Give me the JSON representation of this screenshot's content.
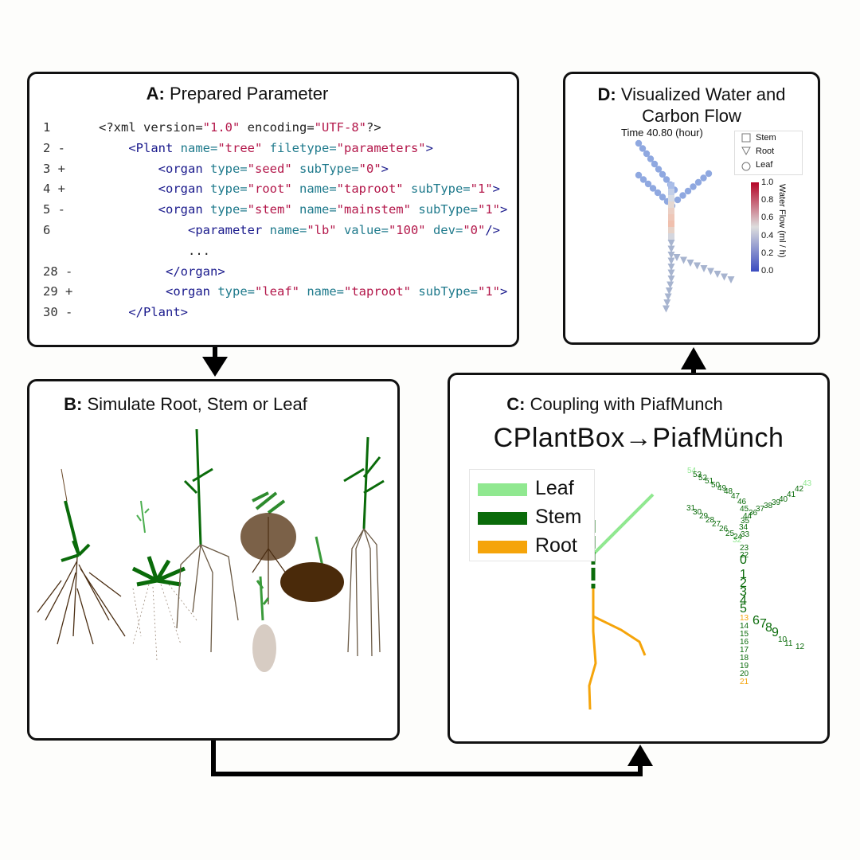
{
  "panelA": {
    "title_letter": "A:",
    "title_text": " Prepared Parameter",
    "code_lines": [
      {
        "num": "1",
        "parts": [
          {
            "t": "<?xml version=",
            "c": ""
          },
          {
            "t": "\"1.0\"",
            "c": "s"
          },
          {
            "t": " encoding=",
            "c": ""
          },
          {
            "t": "\"UTF-8\"",
            "c": "s"
          },
          {
            "t": "?>",
            "c": ""
          }
        ]
      },
      {
        "num": "2 -",
        "parts": [
          {
            "t": "    ",
            "c": ""
          },
          {
            "t": "<Plant ",
            "c": "k"
          },
          {
            "t": "name=",
            "c": "a"
          },
          {
            "t": "\"tree\"",
            "c": "s"
          },
          {
            "t": " filetype=",
            "c": "a"
          },
          {
            "t": "\"parameters\"",
            "c": "s"
          },
          {
            "t": ">",
            "c": "k"
          }
        ]
      },
      {
        "num": "3 +",
        "parts": [
          {
            "t": "        ",
            "c": ""
          },
          {
            "t": "<organ ",
            "c": "k"
          },
          {
            "t": "type=",
            "c": "a"
          },
          {
            "t": "\"seed\"",
            "c": "s"
          },
          {
            "t": " subType=",
            "c": "a"
          },
          {
            "t": "\"0\"",
            "c": "s"
          },
          {
            "t": ">",
            "c": "k"
          }
        ]
      },
      {
        "num": "4 +",
        "parts": [
          {
            "t": "        ",
            "c": ""
          },
          {
            "t": "<organ ",
            "c": "k"
          },
          {
            "t": "type=",
            "c": "a"
          },
          {
            "t": "\"root\"",
            "c": "s"
          },
          {
            "t": " name=",
            "c": "a"
          },
          {
            "t": "\"taproot\"",
            "c": "s"
          },
          {
            "t": " subType=",
            "c": "a"
          },
          {
            "t": "\"1\"",
            "c": "s"
          },
          {
            "t": ">",
            "c": "k"
          }
        ]
      },
      {
        "num": "5 -",
        "parts": [
          {
            "t": "        ",
            "c": ""
          },
          {
            "t": "<organ ",
            "c": "k"
          },
          {
            "t": "type=",
            "c": "a"
          },
          {
            "t": "\"stem\"",
            "c": "s"
          },
          {
            "t": " name=",
            "c": "a"
          },
          {
            "t": "\"mainstem\"",
            "c": "s"
          },
          {
            "t": " subType=",
            "c": "a"
          },
          {
            "t": "\"1\"",
            "c": "s"
          },
          {
            "t": ">",
            "c": "k"
          }
        ]
      },
      {
        "num": "6",
        "parts": [
          {
            "t": "            ",
            "c": ""
          },
          {
            "t": "<parameter ",
            "c": "k"
          },
          {
            "t": "name=",
            "c": "a"
          },
          {
            "t": "\"lb\"",
            "c": "s"
          },
          {
            "t": " value=",
            "c": "a"
          },
          {
            "t": "\"100\"",
            "c": "s"
          },
          {
            "t": " dev=",
            "c": "a"
          },
          {
            "t": "\"0\"",
            "c": "s"
          },
          {
            "t": "/>",
            "c": "k"
          }
        ]
      },
      {
        "num": "",
        "parts": [
          {
            "t": "            ...",
            "c": ""
          }
        ]
      },
      {
        "num": "28 -",
        "parts": [
          {
            "t": "         ",
            "c": ""
          },
          {
            "t": "</organ>",
            "c": "k"
          }
        ]
      },
      {
        "num": "29 +",
        "parts": [
          {
            "t": "         ",
            "c": ""
          },
          {
            "t": "<organ ",
            "c": "k"
          },
          {
            "t": "type=",
            "c": "a"
          },
          {
            "t": "\"leaf\"",
            "c": "s"
          },
          {
            "t": " name=",
            "c": "a"
          },
          {
            "t": "\"taproot\"",
            "c": "s"
          },
          {
            "t": " subType=",
            "c": "a"
          },
          {
            "t": "\"1\"",
            "c": "s"
          },
          {
            "t": ">",
            "c": "k"
          }
        ]
      },
      {
        "num": "30 -",
        "parts": [
          {
            "t": "    ",
            "c": ""
          },
          {
            "t": "</Plant>",
            "c": "k"
          }
        ]
      }
    ]
  },
  "panelB": {
    "title_letter": "B:",
    "title_text": " Simulate Root, Stem or Leaf"
  },
  "panelC": {
    "title_letter": "C:",
    "title_text": " Coupling with PiafMunch",
    "flow_text": "CPlantBox→PiafMünch",
    "legend": [
      {
        "label": "Leaf",
        "color": "#90e890"
      },
      {
        "label": "Stem",
        "color": "#0a6b0a"
      },
      {
        "label": "Root",
        "color": "#f5a40a"
      }
    ],
    "node_labels": [
      "54",
      "53",
      "52",
      "51",
      "50",
      "49",
      "48",
      "47",
      "46",
      "45",
      "44",
      "43",
      "42",
      "41",
      "40",
      "39",
      "38",
      "37",
      "36",
      "35",
      "34",
      "33",
      "32",
      "31",
      "30",
      "29",
      "28",
      "27",
      "26",
      "25",
      "24",
      "23",
      "22",
      "0",
      "1",
      "2",
      "3",
      "4",
      "5",
      "6",
      "7",
      "8",
      "9",
      "10",
      "11",
      "12",
      "13",
      "14",
      "15",
      "16",
      "17",
      "18",
      "19",
      "20",
      "21"
    ]
  },
  "panelD": {
    "title_letter": "D:",
    "title_line1": " Visualized Water and",
    "title_line2": "Carbon Flow",
    "time_label": "Time 40.80 (hour)",
    "legend": [
      "Stem",
      "Root",
      "Leaf"
    ],
    "colorbar_ticks": [
      "1.0",
      "0.8",
      "0.6",
      "0.4",
      "0.2",
      "0.0"
    ],
    "colorbar_title": "Water Flow (ml / h)"
  },
  "colors": {
    "leaf": "#90e890",
    "stem": "#0a6b0a",
    "root": "#f5a40a",
    "node_blue": "#8fa8e0",
    "node_grey": "#a7b4cf"
  }
}
